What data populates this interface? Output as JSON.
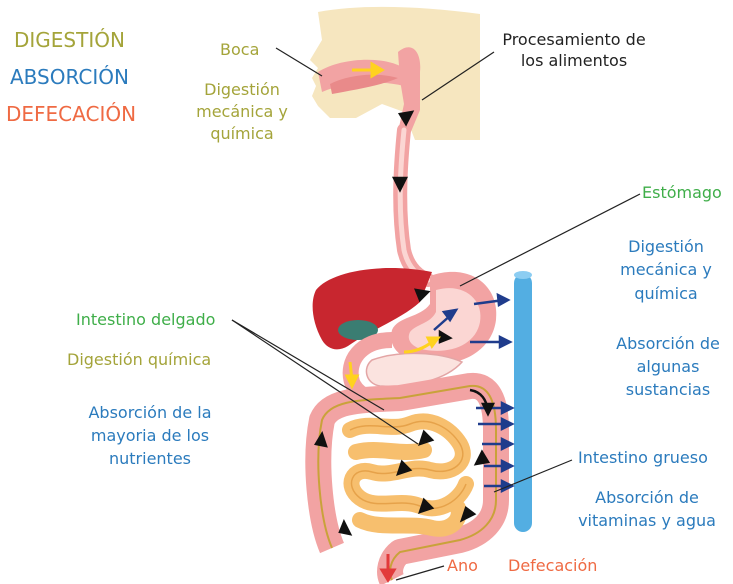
{
  "legend": {
    "digestion": "DIGESTIÓN",
    "absorption": "ABSORCIÓN",
    "defecation": "DEFECACIÓN"
  },
  "labels": {
    "boca": "Boca",
    "boca_desc_1": "Digestión",
    "boca_desc_2": "mecánica y",
    "boca_desc_3": "química",
    "processing_1": "Procesamiento de",
    "processing_2": "los alimentos",
    "estomago": "Estómago",
    "estomago_desc_1": "Digestión",
    "estomago_desc_2": "mecánica y",
    "estomago_desc_3": "química",
    "estomago_abs_1": "Absorción de",
    "estomago_abs_2": "algunas",
    "estomago_abs_3": "sustancias",
    "intestino_delgado": "Intestino delgado",
    "intestino_delgado_dig": "Digestión química",
    "intestino_delgado_abs_1": "Absorción de la",
    "intestino_delgado_abs_2": "mayoria de los",
    "intestino_delgado_abs_3": "nutrientes",
    "intestino_grueso": "Intestino grueso",
    "intestino_grueso_abs_1": "Absorción de",
    "intestino_grueso_abs_2": "vitaminas y agua",
    "ano": "Ano",
    "defecacion": "Defecación"
  },
  "colors": {
    "digestion": "#a4a43a",
    "absorption": "#2b7bbd",
    "defecation": "#ef6a43",
    "organ_label": "#3fae49",
    "head_skin": "#f6e6bf",
    "tract_pink": "#f2a3a3",
    "tract_inner": "#fbd6d3",
    "liver": "#c8262f",
    "gallbladder": "#3a7d72",
    "small_intestine": "#f7bf6e",
    "blood_vessel": "#53aee2",
    "arrow_blue": "#1f3c8c",
    "arrow_yellow": "#ffd21f",
    "arrow_red": "#e23a3a"
  }
}
